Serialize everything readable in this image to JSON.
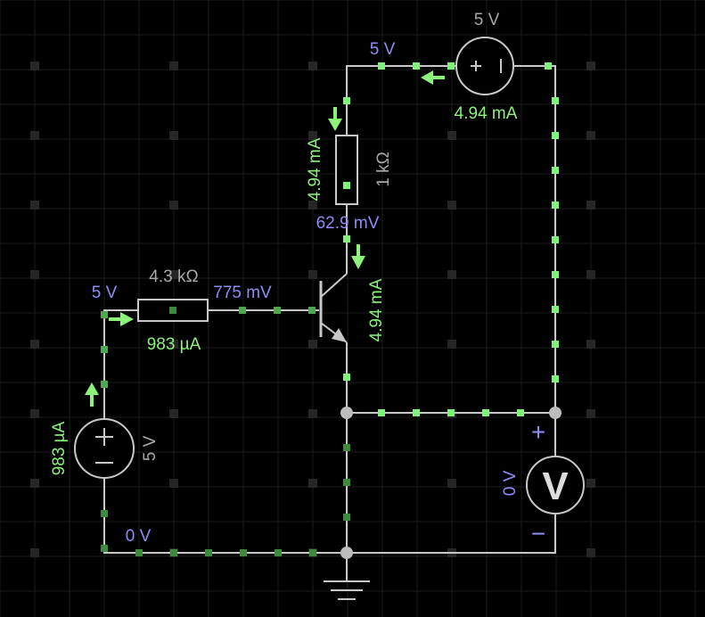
{
  "source_top": {
    "label": "5 V",
    "node_label": "5 V",
    "current": "4.94 mA"
  },
  "collector_resistor": {
    "value": "1 kΩ",
    "current": "4.94 mA",
    "node_voltage": "62.9 mV"
  },
  "base_resistor": {
    "value": "4.3 kΩ",
    "left_voltage": "5 V",
    "right_voltage": "775 mV",
    "current": "983 µA"
  },
  "transistor": {
    "collector_current": "4.94 mA"
  },
  "source_left": {
    "label": "5 V",
    "current": "983 µA"
  },
  "ground": {
    "voltage": "0 V"
  },
  "voltmeter": {
    "reading": "0 V",
    "plus": "+",
    "minus": "−",
    "glyph": "V"
  },
  "colors": {
    "background": "#000000",
    "wire": "#c8c8c8",
    "current": "#8cf27a",
    "voltage": "#8e8cf5",
    "component_label": "#a8a8a8"
  }
}
